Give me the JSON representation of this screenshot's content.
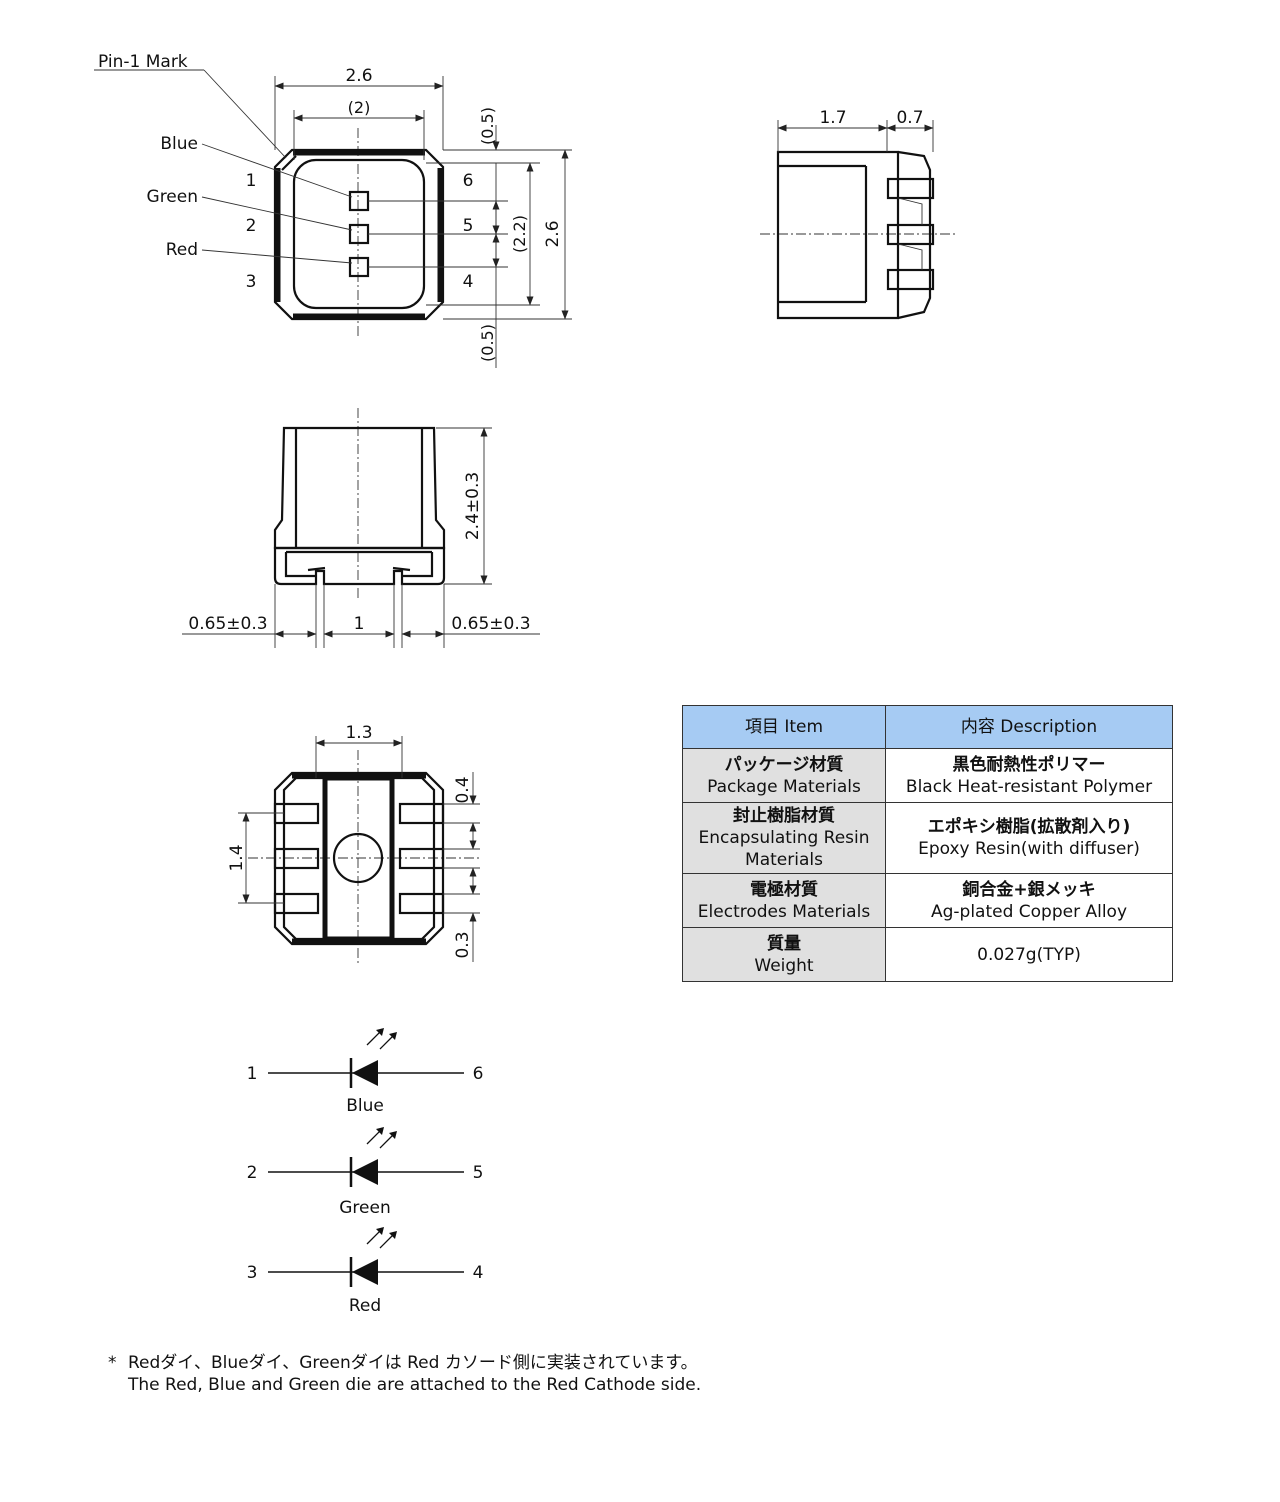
{
  "top_view": {
    "pin1_mark": "Pin-1 Mark",
    "color_labels": [
      "Blue",
      "Green",
      "Red"
    ],
    "pins_left": [
      "1",
      "2",
      "3"
    ],
    "pins_right": [
      "6",
      "5",
      "4"
    ],
    "dim_width": "2.6",
    "dim_inner": "(2)",
    "dim_top_gap": "(0.5)",
    "dim_inner_height": "(2.2)",
    "dim_height": "2.6",
    "dim_bottom_gap": "(0.5)"
  },
  "side_view": {
    "dim_body": "1.7",
    "dim_lead": "0.7"
  },
  "front_view": {
    "dim_height": "2.4±0.3",
    "dim_left": "0.65±0.3",
    "dim_center": "1",
    "dim_right": "0.65±0.3"
  },
  "bottom_view": {
    "dim_pad_span": "1.3",
    "dim_pitch": "1.4",
    "dim_top": "0.4",
    "dim_bottom": "0.3"
  },
  "circuit": [
    {
      "left": "1",
      "right": "6",
      "label": "Blue"
    },
    {
      "left": "2",
      "right": "5",
      "label": "Green"
    },
    {
      "left": "3",
      "right": "4",
      "label": "Red"
    }
  ],
  "table": {
    "header_item": "項目 Item",
    "header_desc": "内容 Description",
    "rows": [
      {
        "item_jp": "パッケージ材質",
        "item_en": "Package Materials",
        "desc_jp": "黒色耐熱性ポリマー",
        "desc_en": "Black Heat-resistant Polymer"
      },
      {
        "item_jp": "封止樹脂材質",
        "item_en": "Encapsulating Resin Materials",
        "desc_jp": "エポキシ樹脂(拡散剤入り)",
        "desc_en": "Epoxy Resin(with diffuser)"
      },
      {
        "item_jp": "電極材質",
        "item_en": "Electrodes Materials",
        "desc_jp": "銅合金+銀メッキ",
        "desc_en": "Ag-plated Copper Alloy"
      },
      {
        "item_jp": "質量",
        "item_en": "Weight",
        "desc_jp": "",
        "desc_en": "0.027g(TYP)"
      }
    ]
  },
  "note": {
    "star": "*",
    "line1": "Redダイ、Blueダイ、Greenダイは Red カソード側に実装されています。",
    "line2": "The Red, Blue and Green die are attached to the Red Cathode side."
  }
}
